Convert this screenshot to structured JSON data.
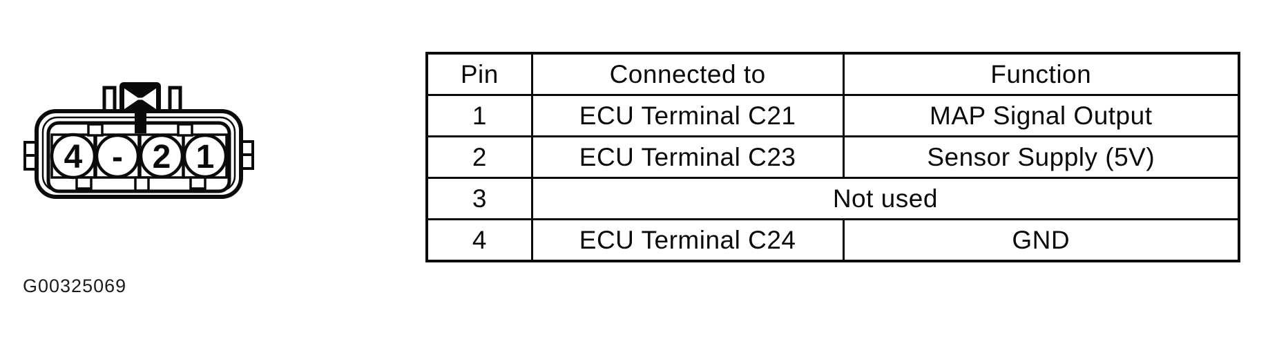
{
  "figure_id": "G00325069",
  "connector": {
    "description": "4-pin MAP sensor connector, front view",
    "pins": [
      {
        "label": "4"
      },
      {
        "label": "-"
      },
      {
        "label": "2"
      },
      {
        "label": "1"
      }
    ]
  },
  "table": {
    "headers": [
      "Pin",
      "Connected to",
      "Function"
    ],
    "rows": [
      {
        "pin": "1",
        "connected_to": "ECU Terminal C21",
        "function": "MAP Signal Output"
      },
      {
        "pin": "2",
        "connected_to": "ECU Terminal C23",
        "function": "Sensor Supply (5V)"
      },
      {
        "pin": "3",
        "connected_to": "Not used",
        "function": "",
        "merged": true
      },
      {
        "pin": "4",
        "connected_to": "ECU Terminal C24",
        "function": "GND"
      }
    ]
  }
}
